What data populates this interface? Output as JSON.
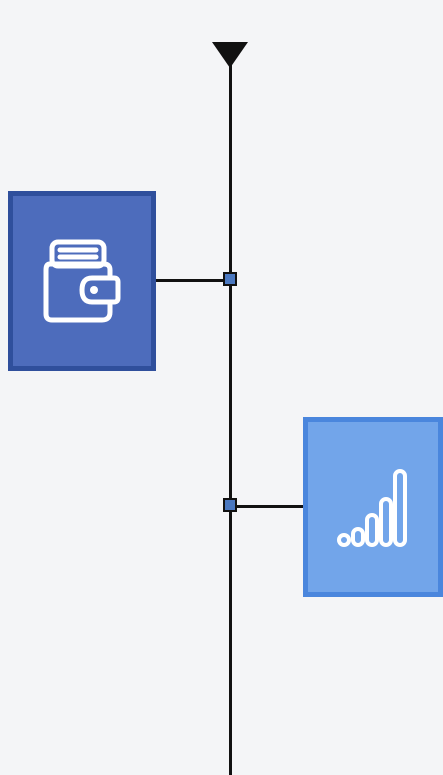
{
  "diagram": {
    "type": "vertical-timeline",
    "colors": {
      "background": "#f4f5f7",
      "line": "#111111",
      "marker": "#4a78c0",
      "wallet_box": "#4d6cbc",
      "wallet_box_border": "#2f4f9c",
      "signal_box": "#72a5ea",
      "signal_box_border": "#4a86dd",
      "icon_stroke": "#ffffff"
    },
    "nodes": [
      {
        "icon": "wallet-icon",
        "side": "left"
      },
      {
        "icon": "signal-bars-icon",
        "side": "right"
      }
    ]
  }
}
